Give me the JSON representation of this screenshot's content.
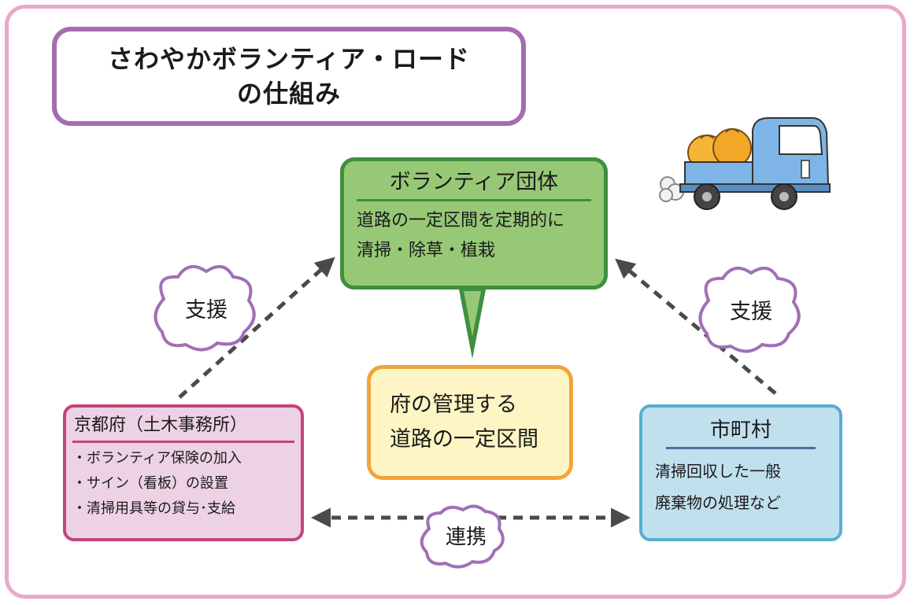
{
  "title": {
    "line1": "さわやかボランティア・ロード",
    "line2": "の仕組み"
  },
  "volunteer": {
    "heading": "ボランティア団体",
    "lines": [
      "道路の一定区間を定期的に",
      "清掃・除草・植栽"
    ]
  },
  "road": {
    "lines": [
      "府の管理する",
      "道路の一定区間"
    ]
  },
  "prefecture": {
    "heading": "京都府（土木事務所）",
    "items": [
      "・ボランティア保険の加入",
      "・サイン（看板）の設置",
      "・清掃用具等の貸与･支給"
    ]
  },
  "municipality": {
    "heading": "市町村",
    "lines": [
      "清掃回収した一般",
      "廃棄物の処理など"
    ]
  },
  "relations": {
    "support_left": "支援",
    "support_right": "支援",
    "cooperation": "連携"
  },
  "colors": {
    "frame": "#e9a9c9",
    "title_border": "#a56cb0",
    "volunteer_fill": "#97c876",
    "volunteer_border": "#3e8f3e",
    "road_fill": "#fdf6c4",
    "road_border": "#f2a43a",
    "prefecture_fill": "#ecd2e4",
    "prefecture_border": "#c2447a",
    "municipality_fill": "#c1e0ee",
    "municipality_border": "#58aed0",
    "cloud_border": "#a070b8"
  }
}
